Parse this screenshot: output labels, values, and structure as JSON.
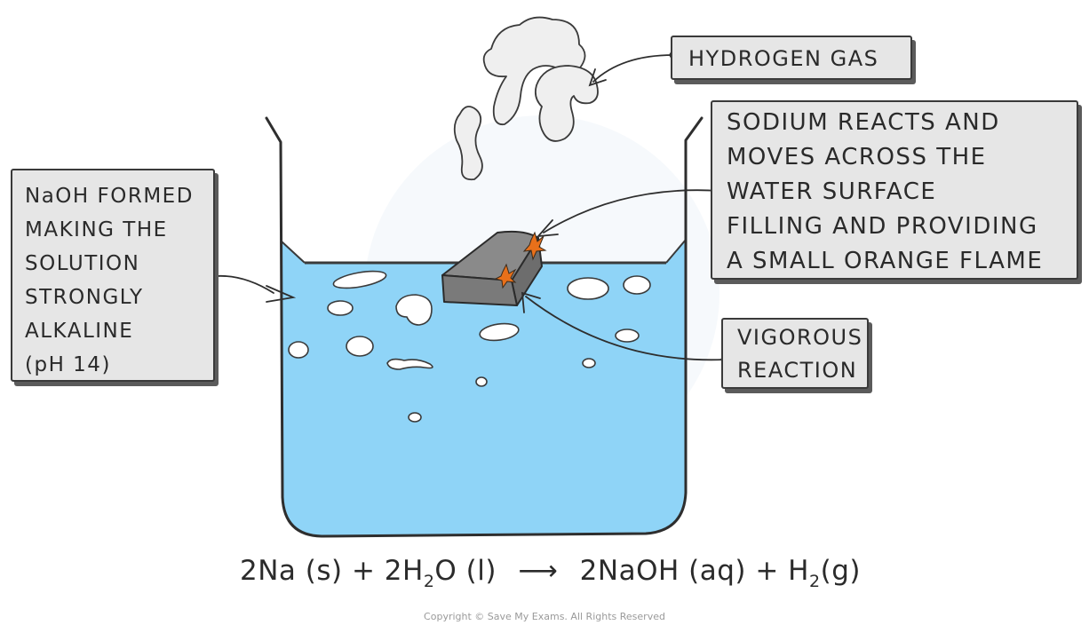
{
  "labels": {
    "naoh": [
      "NaOH FORMED",
      "MAKING THE",
      "SOLUTION",
      "STRONGLY",
      "ALKALINE",
      "(pH 14)"
    ],
    "hydrogen": [
      "HYDROGEN GAS"
    ],
    "sodium": [
      "SODIUM REACTS AND",
      "MOVES ACROSS THE",
      "WATER SURFACE",
      "FILLING AND PROVIDING",
      "A SMALL ORANGE FLAME"
    ],
    "vigorous": [
      "VIGOROUS",
      "REACTION"
    ]
  },
  "equation": {
    "part1": "2Na (s) + 2H",
    "sub1": "2",
    "part2": "O (l)",
    "arrow": "⟶",
    "part3": "2NaOH (aq) + H",
    "sub2": "2",
    "part4": "(g)"
  },
  "copyright": "Copyright © Save My Exams. All Rights Reserved",
  "colors": {
    "water": "#8fd4f7",
    "water_dark": "#7cc6ec",
    "outline": "#3a3a3a",
    "label_fill": "#e6e6e6",
    "sodium": "#7c7c7c",
    "smoke": "#f1f1f1",
    "flame": "#e8701a"
  }
}
